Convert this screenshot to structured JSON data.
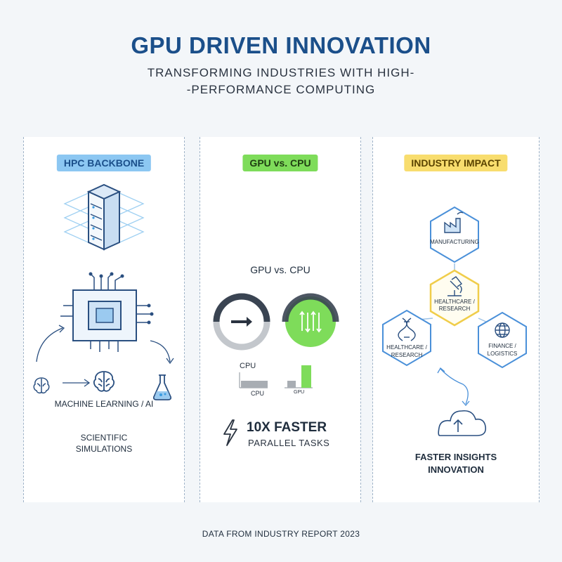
{
  "header": {
    "title": "GPU DRIVEN INNOVATION",
    "subtitle_line1": "TRANSFORMING INDUSTRIES WITH HIGH-",
    "subtitle_line2": "-PERFORMANCE COMPUTING"
  },
  "panel_hpc": {
    "badge": "HPC BACKBONE",
    "ml_label": "MACHINE LEARNING / AI",
    "sim_line1": "SCIENTIFIC",
    "sim_line2": "SIMULATIONS"
  },
  "panel_compare": {
    "badge": "GPU vs. CPU",
    "heading": "GPU vs. CPU",
    "bar_label_top": "CPU",
    "bar_label_cpu": "CPU",
    "bar_label_gpu": "GPU",
    "stat": "10X FASTER",
    "stat_sub": "PARALLEL TASKS"
  },
  "panel_impact": {
    "badge": "INDUSTRY IMPACT",
    "node_manufacturing": "MANUFACTURING",
    "node_center_line1": "HEALTHCARE /",
    "node_center_line2": "RESEARCH",
    "node_left_line1": "HEALTHCARE /",
    "node_left_line2": "RESEARCH",
    "node_right_line1": "FINANCE /",
    "node_right_line2": "LOGISTICS",
    "outcome_line1": "FASTER INSIGHTS",
    "outcome_line2": "INNOVATION"
  },
  "footer": "DATA FROM INDUSTRY REPORT 2023",
  "colors": {
    "brand_blue": "#1b4f8a",
    "accent_green": "#7edc5a",
    "accent_yellow": "#f8dd6e",
    "accent_sky": "#8cc7f2"
  }
}
